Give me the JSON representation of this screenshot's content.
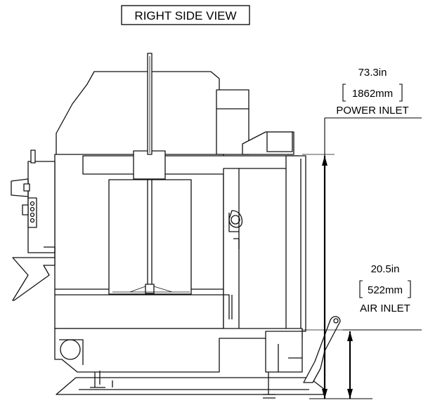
{
  "title": "RIGHT SIDE VIEW",
  "dimensions": {
    "power_inlet": {
      "imperial": "73.3in",
      "metric": "1862mm",
      "label": "POWER INLET"
    },
    "air_inlet": {
      "imperial": "20.5in",
      "metric": "522mm",
      "label": "AIR INLET"
    }
  }
}
